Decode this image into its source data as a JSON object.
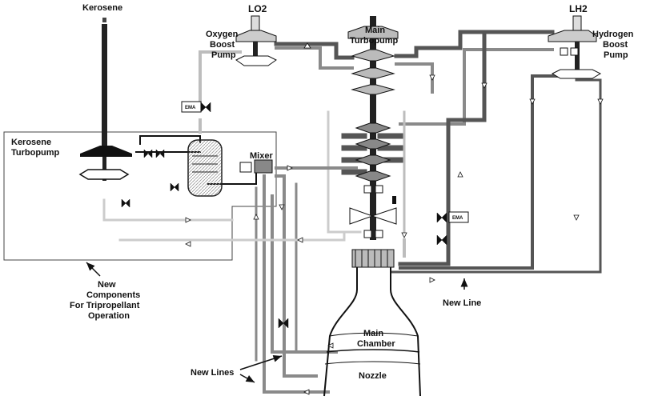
{
  "labels": {
    "kerosene": "Kerosene",
    "lo2": "LO2",
    "oxygen_boost_pump": [
      "Oxygen",
      "Boost",
      "Pump"
    ],
    "main_turbopump": [
      "Main",
      "Turbopump"
    ],
    "lh2": "LH2",
    "hydrogen_boost_pump": [
      "Hydrogen",
      "Boost",
      "Pump"
    ],
    "kerosene_turbopump": [
      "Kerosene",
      "Turbopump"
    ],
    "mixer": "Mixer",
    "ema_1": "EMA",
    "ema_2": "EMA",
    "new_components": [
      "New",
      "Components",
      "For Tripropellant",
      "Operation"
    ],
    "new_line": "New Line",
    "new_lines": "New Lines",
    "main_chamber": [
      "Main",
      "Chamber"
    ],
    "nozzle": "Nozzle"
  },
  "colors": {
    "ink": "#111111",
    "dark_pipe": "#555555",
    "mid_pipe": "#8a8a8a",
    "light_pipe": "#bdbdbd",
    "hatch": "#cccccc"
  }
}
